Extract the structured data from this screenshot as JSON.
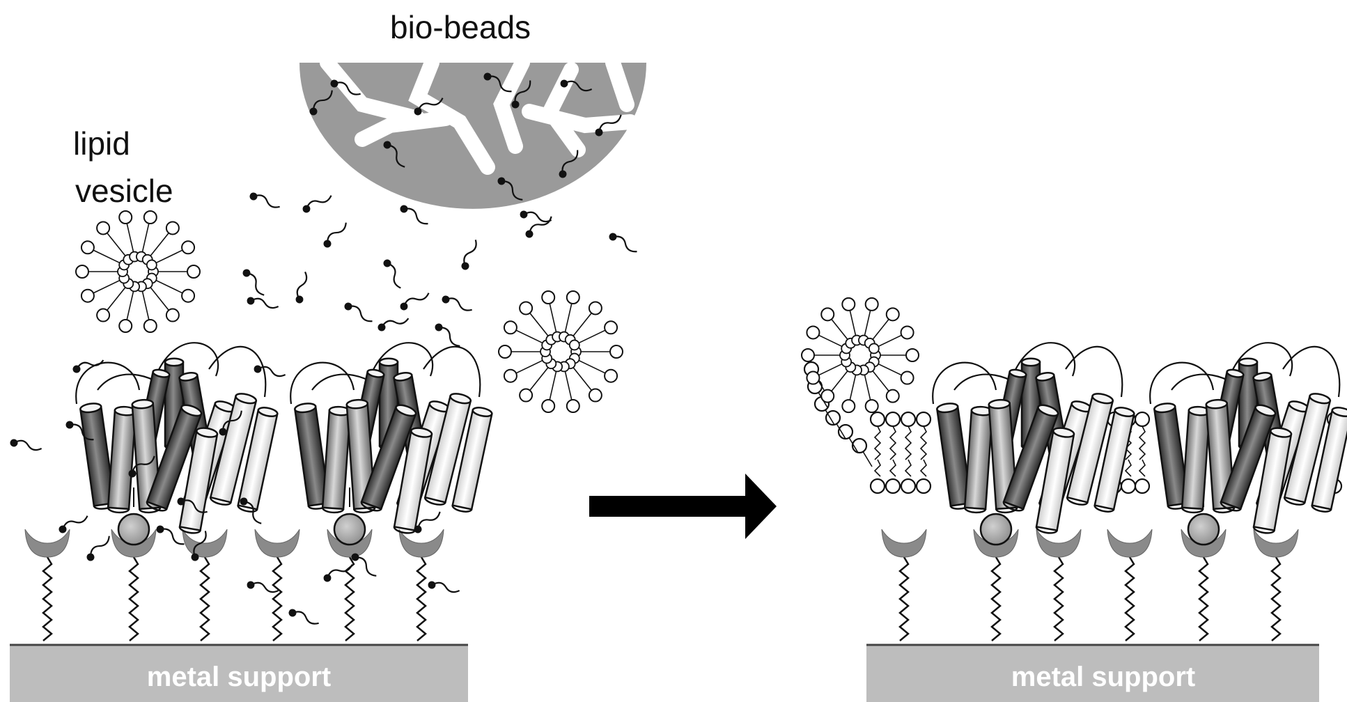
{
  "labels": {
    "bio_beads": "bio-beads",
    "lipid_vesicle_line1": "lipid",
    "lipid_vesicle_line2": "vesicle",
    "support_left": "metal support",
    "support_right": "metal support"
  },
  "colors": {
    "support": "#bdbdbd",
    "beads": "#9a9a9a",
    "anchor": "#8a8a8a",
    "protein_dark": "#4a4a4a",
    "protein_mid": "#a8a8a8",
    "protein_light": "#f2f2f2",
    "ink": "#111111"
  }
}
